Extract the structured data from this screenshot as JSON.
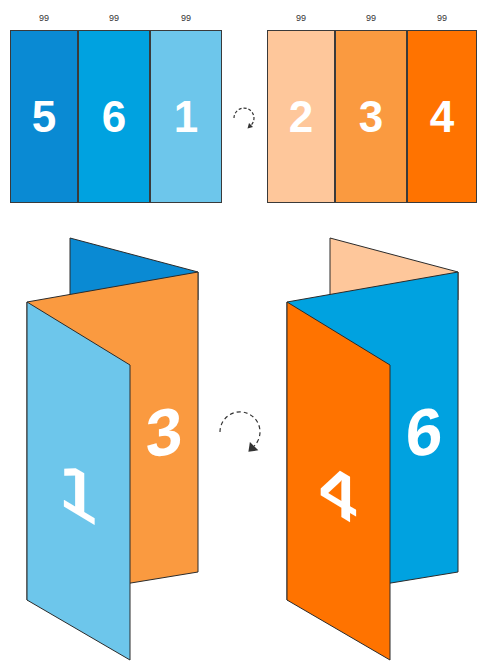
{
  "diagram": {
    "nodes": [
      {
        "text": [
          "5"
        ]
      },
      {
        "text": [
          "6"
        ]
      },
      {
        "text": [
          "1"
        ]
      },
      {
        "text": [
          "2"
        ]
      },
      {
        "text": [
          "3"
        ]
      },
      {
        "text": [
          "4"
        ]
      },
      {
        "text": [
          "1"
        ]
      },
      {
        "text": [
          "3"
        ]
      },
      {
        "text": [
          "4"
        ]
      },
      {
        "text": [
          "6"
        ]
      }
    ],
    "labels": [
      "99",
      "99",
      "99",
      "99",
      "99",
      "99"
    ]
  }
}
